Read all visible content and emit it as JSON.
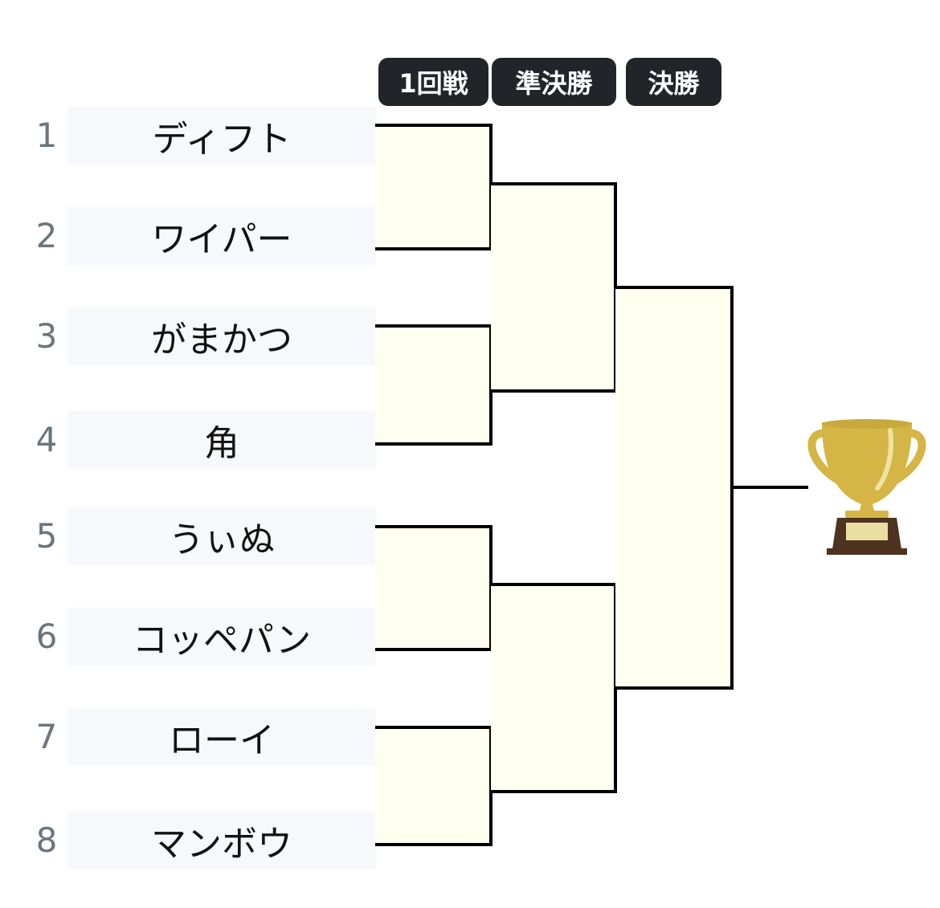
{
  "rounds": [
    "1回戦",
    "準決勝",
    "決勝"
  ],
  "players": [
    {
      "seed": "1",
      "name": "ディフト"
    },
    {
      "seed": "2",
      "name": "ワイパー"
    },
    {
      "seed": "3",
      "name": "がまかつ"
    },
    {
      "seed": "4",
      "name": "角"
    },
    {
      "seed": "5",
      "name": "うぃぬ"
    },
    {
      "seed": "6",
      "name": "コッペパン"
    },
    {
      "seed": "7",
      "name": "ローイ"
    },
    {
      "seed": "8",
      "name": "マンボウ"
    }
  ],
  "trophy_icon": "trophy-icon",
  "colors": {
    "badge_bg": "#212529",
    "bracket_fill": "#fffff0",
    "trophy_gold": "#d4b545",
    "trophy_base": "#4d3320"
  }
}
